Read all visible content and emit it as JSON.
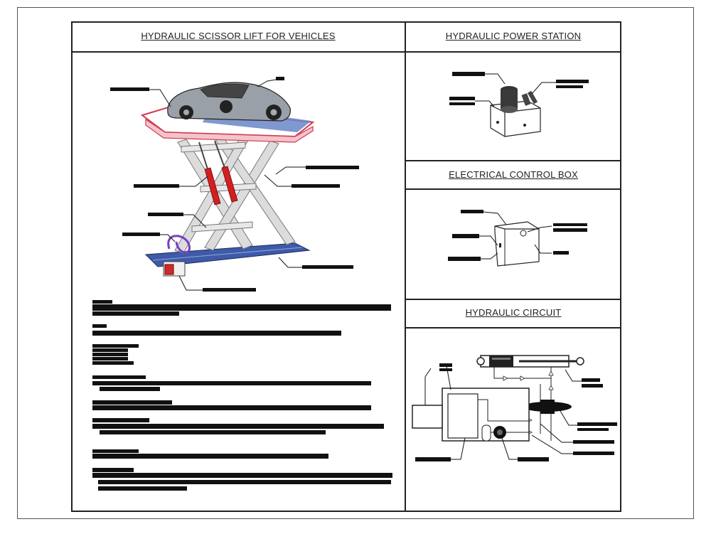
{
  "titles": {
    "main": "HYDRAULIC SCISSOR LIFT FOR VEHICLES",
    "power_station": "HYDRAULIC POWER STATION",
    "control_box": "ELECTRICAL CONTROL BOX",
    "circuit": "HYDRAULIC CIRCUIT"
  },
  "colors": {
    "platform": "#d33a4e",
    "platform_fill": "#6a86c8",
    "base": "#3e5aa8",
    "cylinder": "#d02020",
    "motor": "#cc2b2b",
    "hose": "#7a3ec0",
    "ink": "#111111"
  }
}
